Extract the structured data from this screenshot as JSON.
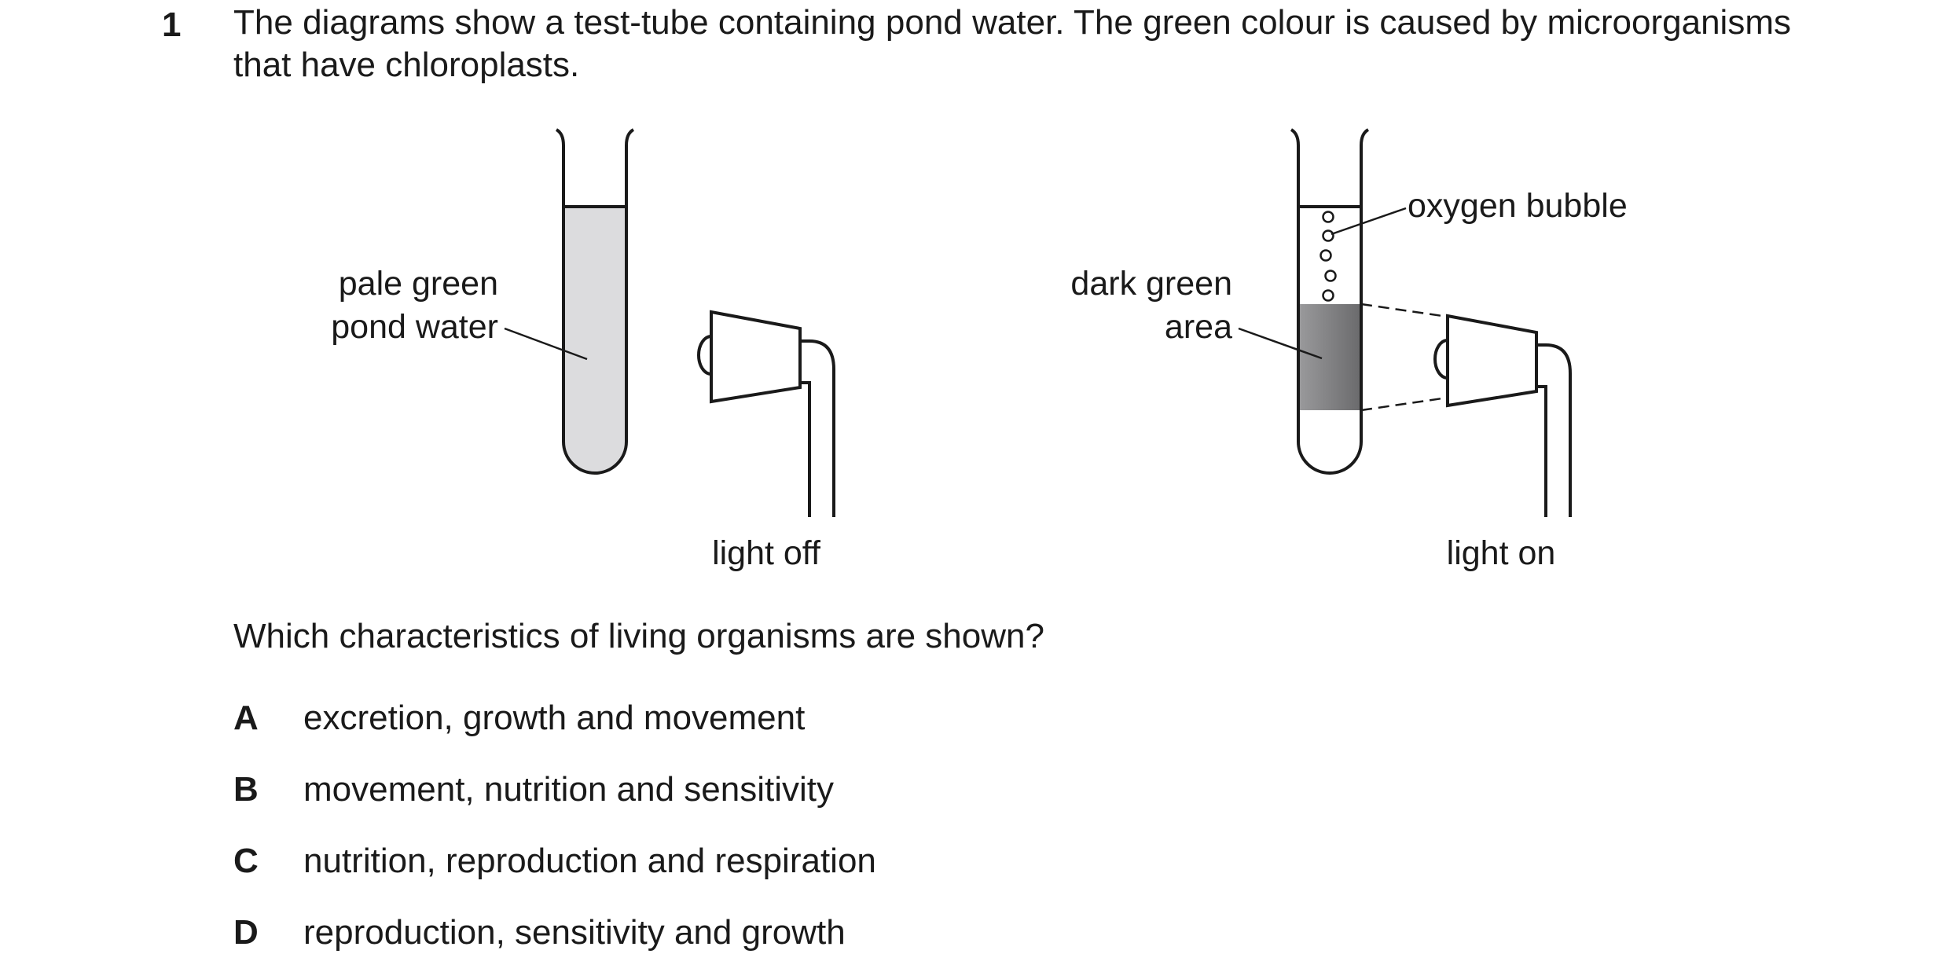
{
  "question": {
    "number": "1",
    "stem": "The diagrams show a test-tube containing pond water. The green colour is caused by microorganisms that have chloroplasts.",
    "prompt": "Which characteristics of living organisms are shown?"
  },
  "diagram": {
    "left": {
      "label_line1": "pale green",
      "label_line2": "pond water",
      "caption": "light off"
    },
    "right": {
      "label_line1": "dark green",
      "label_line2": "area",
      "bubble_label": "oxygen bubble",
      "caption": "light on"
    },
    "colors": {
      "pale_green_water": "#dcdcde",
      "dark_green_top": "#8a8a8c",
      "dark_green_bottom": "#6e6e70",
      "line": "#1a1a1a"
    }
  },
  "options": [
    {
      "letter": "A",
      "text": "excretion, growth and movement"
    },
    {
      "letter": "B",
      "text": "movement, nutrition and sensitivity"
    },
    {
      "letter": "C",
      "text": "nutrition, reproduction and respiration"
    },
    {
      "letter": "D",
      "text": "reproduction, sensitivity and growth"
    }
  ]
}
